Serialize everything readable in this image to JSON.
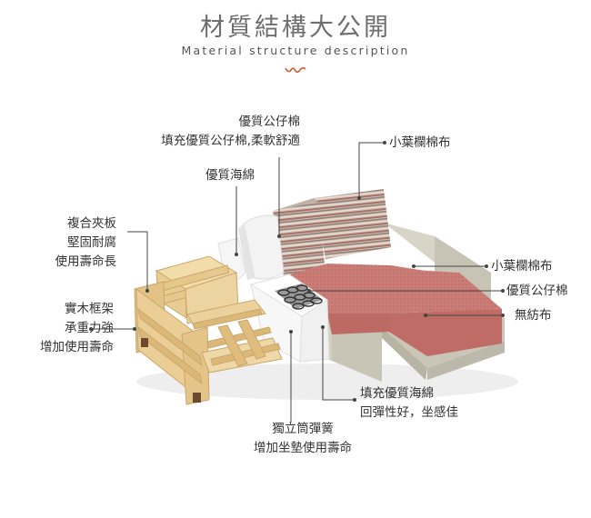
{
  "header": {
    "title": "材質結構大公開",
    "subtitle": "Material structure description"
  },
  "labels": {
    "cotton_top": {
      "line1": "優質公仔棉",
      "line2": "填充優質公仔棉,柔軟舒適"
    },
    "sponge_top": "優質海綿",
    "plywood": {
      "line1": "複合夾板",
      "line2": "堅固耐腐",
      "line3": "使用壽命長"
    },
    "frame": {
      "line1": "實木框架",
      "line2": "承重力強",
      "line3": "增加使用壽命"
    },
    "fabric_back": "小葉欄棉布",
    "fabric_seat": "小葉欄棉布",
    "cotton_right": "優質公仔棉",
    "nonwoven": "無紡布",
    "sponge_fill": {
      "line1": "填充優質海綿",
      "line2": "回彈性好，坐感佳"
    },
    "spring": {
      "line1": "獨立筒彈簧",
      "line2": "增加坐墊使用壽命"
    }
  },
  "colors": {
    "accent": "#d9572b",
    "leader": "#444444",
    "wood": "#e9cf98",
    "fabric_pink": "#c97b74",
    "fabric_grey": "#cfcbbd"
  },
  "icons": {
    "divider": "wave-divider-icon"
  }
}
